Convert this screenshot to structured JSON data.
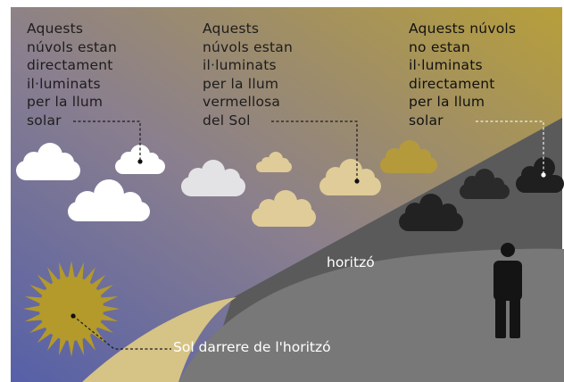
{
  "labels": {
    "lit_directly": "Aquests\nnúvols estan\ndirectament\nil·luminats\nper la llum\nsolar",
    "lit_red": "Aquests\nnúvols estan\nil·luminats\nper la llum\nvermellosa\ndel Sol",
    "not_lit": "Aquests núvols\nno estan\nil·luminats\ndirectament\nper la llum\nsolar",
    "horizon": "horitzó",
    "sun_behind": "Sol darrere de l'horitzó"
  },
  "colors": {
    "sky_left": "#5660a8",
    "sky_mid": "#8a7f8e",
    "sky_right": "#b79f3a",
    "shadow_zone": "#5c5c5c",
    "ground": "#7a7a7a",
    "sunlit_ground": "#d7c488",
    "sun": "#b39a2a",
    "cloud_white": "#ffffff",
    "cloud_grey": "#e4e4e6",
    "cloud_beige": "#e3d09a",
    "cloud_gold": "#b89c3a",
    "cloud_dark": "#2a2a2a",
    "person": "#141414"
  }
}
